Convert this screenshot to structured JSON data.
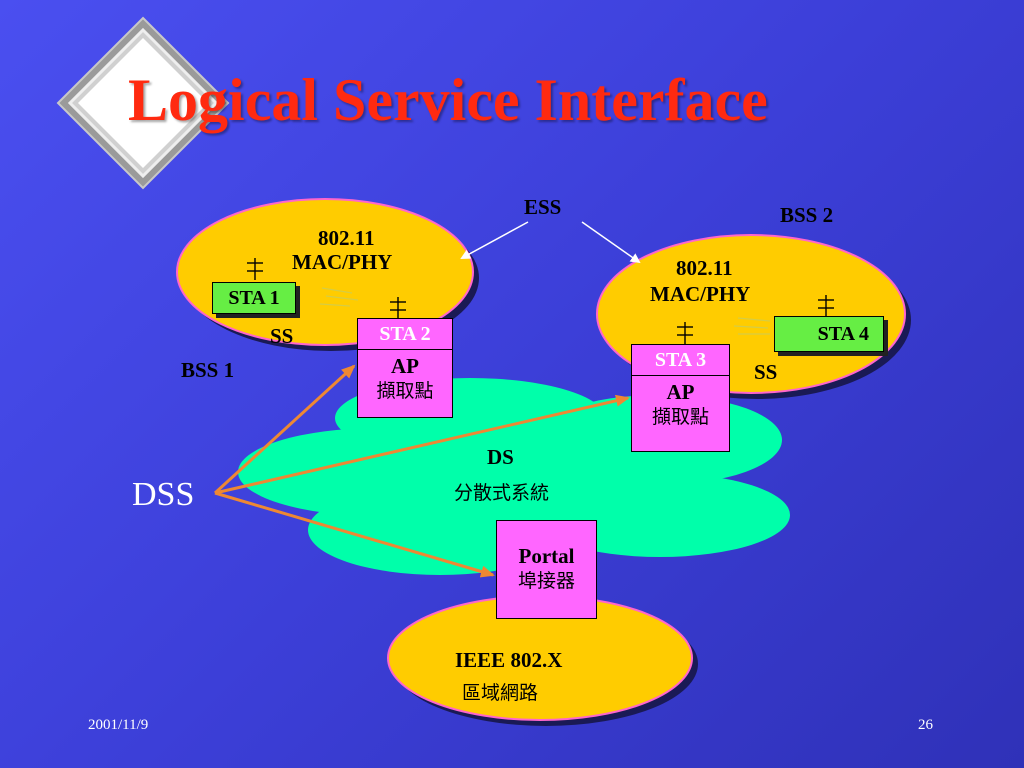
{
  "title": "Logical Service Interface",
  "ess_label": "ESS",
  "bss1": {
    "label": "BSS 1",
    "mac_line1": "802.11",
    "mac_line2": "MAC/PHY",
    "sta_left": "STA 1",
    "ss_label": "SS",
    "ap_station": "STA 2",
    "ap_label": "AP",
    "ap_cn": "擷取點"
  },
  "bss2": {
    "label": "BSS 2",
    "mac_line1": "802.11",
    "mac_line2": "MAC/PHY",
    "sta_right": "STA 4",
    "ss_label": "SS",
    "ap_station": "STA 3",
    "ap_label": "AP",
    "ap_cn": "擷取點"
  },
  "ds": {
    "label": "DS",
    "cn": "分散式系統"
  },
  "dss_label": "DSS",
  "portal": {
    "label": "Portal",
    "cn": "埠接器"
  },
  "lan": {
    "label": "IEEE 802.X",
    "cn": "區域網路"
  },
  "footer": {
    "date": "2001/11/9",
    "page": "26"
  },
  "colors": {
    "background": "#3c3fd8",
    "title": "#ff2a10",
    "bss_fill": "#ffcc00",
    "ds_fill": "#00ffaa",
    "station_green": "#66ee44",
    "ap_pink": "#ff66ff",
    "arrow_orange": "#ee8833"
  },
  "icons": [
    "diamond-logo-icon",
    "antenna-icon",
    "wireless-link-icon",
    "arrow-icon"
  ]
}
